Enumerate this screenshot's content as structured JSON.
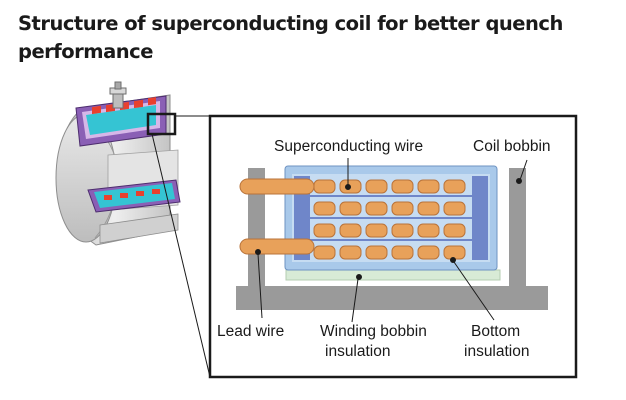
{
  "title_line1": "Structure of superconducting coil for better quench",
  "title_line2": "performance",
  "labels": {
    "superconducting_wire": "Superconducting wire",
    "coil_bobbin": "Coil bobbin",
    "lead_wire": "Lead wire",
    "winding_bobbin_insulation_1": "Winding bobbin",
    "winding_bobbin_insulation_2": "insulation",
    "bottom_insulation_1": "Bottom",
    "bottom_insulation_2": "insulation"
  },
  "colors": {
    "wire": "#e8a15a",
    "wire_edge": "#b9733a",
    "bobbin_frame": "#9a9a9a",
    "winding_bobbin": "#a9c9ea",
    "end_insulation": "#6f86c9",
    "bottom_insulation": "#d8ebd6",
    "magnet_shell": "#c9c9c9",
    "coil_purple": "#7b4aa0",
    "coil_cyan": "#35c4d3",
    "coil_red": "#e8402e"
  }
}
